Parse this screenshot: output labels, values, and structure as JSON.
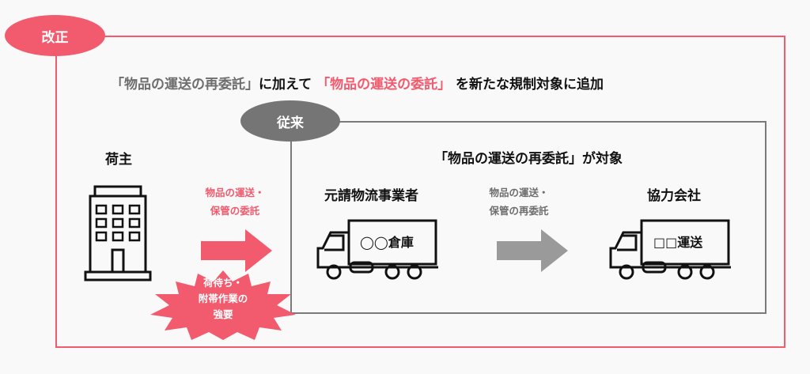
{
  "revision_label": "改正",
  "previous_label": "従来",
  "headline": {
    "part1": "「物品の運送の再委託」",
    "part2": "に加えて",
    "part3": "「物品の運送の委託」",
    "part4": "を新たな規制対象に追加"
  },
  "previous_scope": "「物品の運送の再委託」が対象",
  "shipper": {
    "label": "荷主"
  },
  "consignment_arrow": {
    "line1": "物品の運送・",
    "line2": "保管の委託"
  },
  "burst": {
    "line1": "荷待ち・",
    "line2": "附帯作業の",
    "line3": "強要"
  },
  "prime_contractor": {
    "label": "元請物流事業者",
    "truck_text": "◯◯倉庫"
  },
  "reconsignment_arrow": {
    "line1": "物品の運送・",
    "line2": "保管の再委託"
  },
  "partner": {
    "label": "協力会社",
    "truck_text": "□□運送"
  },
  "colors": {
    "pink": "#f25a6e",
    "gray": "#757575"
  }
}
